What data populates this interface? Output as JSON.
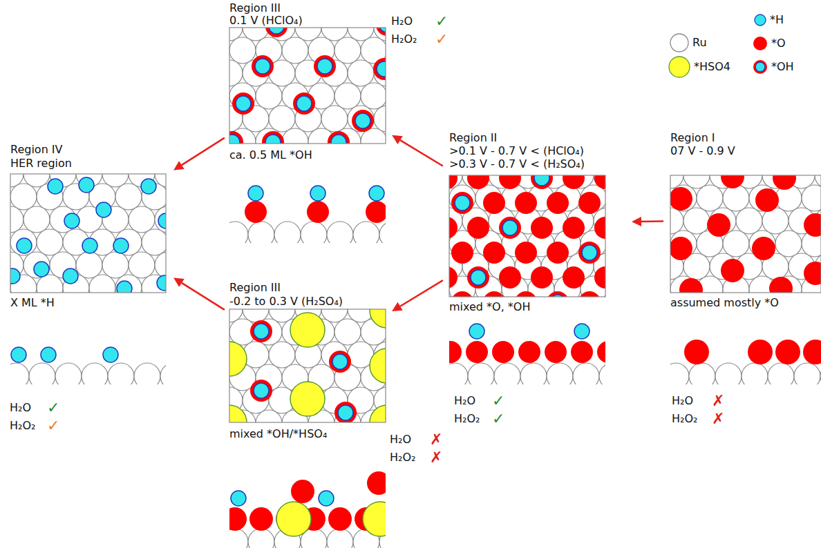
{
  "diagram": {
    "nodes": [
      {
        "text": [
          "Region III",
          "0.1 V (HClO₄)",
          "ca. 0.5 ML *OH"
        ]
      },
      {
        "text": [
          "Region IV",
          "HER region",
          "X ML *H"
        ]
      },
      {
        "text": [
          "Region II",
          ">0.1 V - 0.7 V < (HClO₄)",
          ">0.3 V - 0.7 V < (H₂SO₄)",
          "mixed *O, *OH"
        ]
      },
      {
        "text": [
          "Region I",
          "07 V - 0.9 V",
          "assumed mostly *O"
        ]
      },
      {
        "text": [
          "Region III",
          "-0.2 to 0.3 V (H₂SO₄)",
          "mixed *OH/*HSO₄"
        ]
      }
    ],
    "edges": [
      {
        "from": 3,
        "to": 2,
        "arrow": "to"
      },
      {
        "from": 2,
        "to": 0,
        "arrow": "to"
      },
      {
        "from": 2,
        "to": 4,
        "arrow": "to"
      },
      {
        "from": 0,
        "to": 1,
        "arrow": "to"
      },
      {
        "from": 4,
        "to": 1,
        "arrow": "to"
      }
    ],
    "labels": [
      "H₂O",
      "✓",
      "H₂O₂",
      "✓",
      "H₂O",
      "✓",
      "H₂O₂",
      "✓",
      "H₂O",
      "✗",
      "H₂O₂",
      "✗",
      "H₂O",
      "✗",
      "H₂O₂",
      "✗",
      "H₂O",
      "✓",
      "H₂O₂",
      "✓"
    ],
    "legend": [
      {
        "text": "*H",
        "color": "#33e6ee"
      },
      {
        "text": "Ru",
        "color": "#ffffff"
      },
      {
        "text": "*O",
        "color": "#ff0000"
      },
      {
        "text": "*HSO4",
        "color": "#ffff33"
      },
      {
        "text": "*OH"
      }
    ]
  }
}
